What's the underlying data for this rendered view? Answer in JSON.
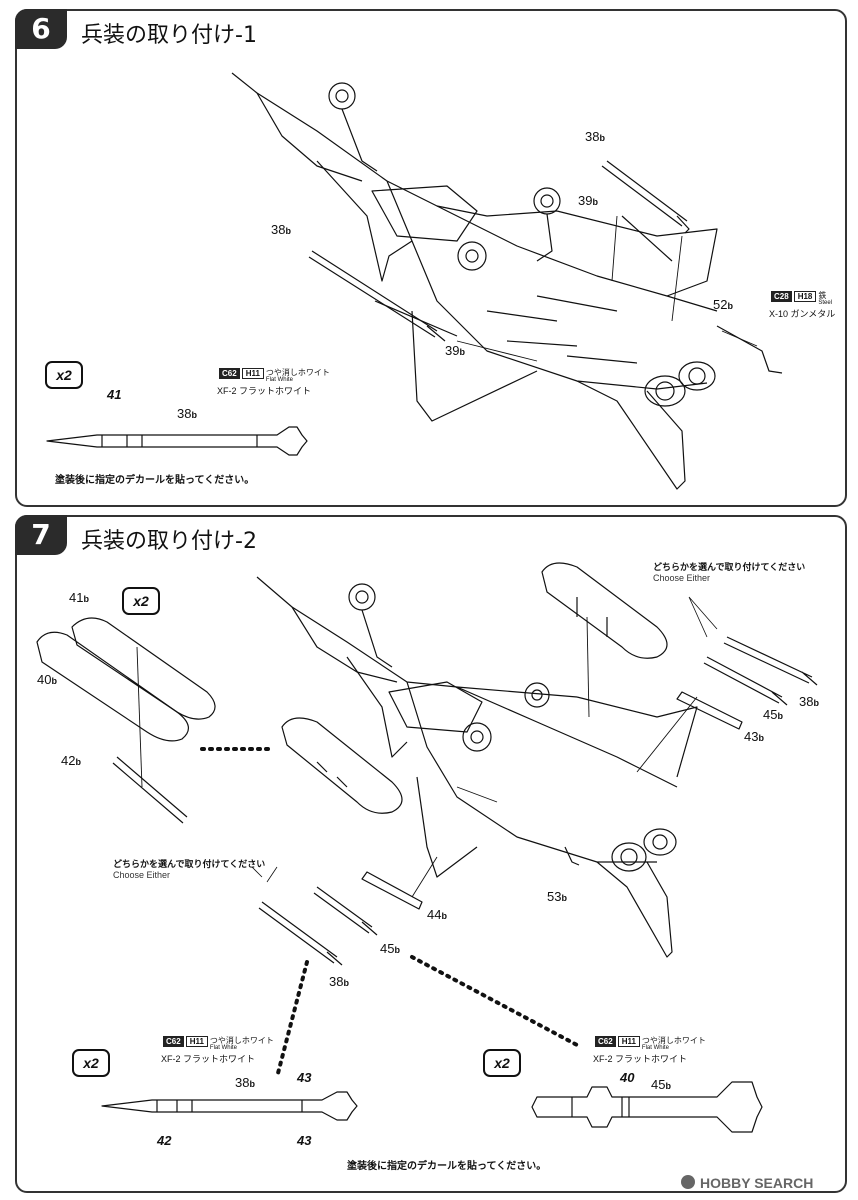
{
  "step6": {
    "number": "6",
    "title": "兵装の取り付け-1",
    "parts": {
      "p38b_top": "38",
      "p39b_top": "39",
      "p38b_left": "38",
      "p39b_bottom": "39",
      "p52b": "52",
      "p41": "41",
      "p38b_detail": "38"
    },
    "suffix": "b",
    "x2": "x2",
    "color_missile": {
      "code": "C62",
      "paint": "H11",
      "jp": "つや消しホワイト",
      "en": "Flat White",
      "name": "XF-2 フラットホワイト"
    },
    "color_hook": {
      "code": "C28",
      "paint": "H18",
      "jp": "鉄",
      "en": "Steel",
      "name": "X-10 ガンメタル"
    },
    "note": "塗装後に指定のデカールを貼ってください。"
  },
  "step7": {
    "number": "7",
    "title": "兵装の取り付け-2",
    "parts": {
      "p41b": "41",
      "p40b": "40",
      "p42b": "42",
      "p38b_right": "38",
      "p45b_right": "45",
      "p43b": "43",
      "p44b": "44",
      "p53b": "53",
      "p45b_mid": "45",
      "p38b_mid": "38",
      "p38b_bl": "38",
      "p43_top": "43",
      "p43_bot": "43",
      "p42_bl": "42",
      "p40_br": "40",
      "p45b_br": "45"
    },
    "suffix": "b",
    "x2": "x2",
    "choose_jp": "どちらかを選んで取り付けてください",
    "choose_en": "Choose Either",
    "color_left": {
      "code": "C62",
      "paint": "H11",
      "jp": "つや消しホワイト",
      "en": "Flat White",
      "name": "XF-2 フラットホワイト"
    },
    "color_right": {
      "code": "C62",
      "paint": "H11",
      "jp": "つや消しホワイト",
      "en": "Flat White",
      "name": "XF-2 フラットホワイト"
    },
    "note": "塗装後に指定のデカールを貼ってください。"
  },
  "watermark": "HOBBY SEARCH"
}
